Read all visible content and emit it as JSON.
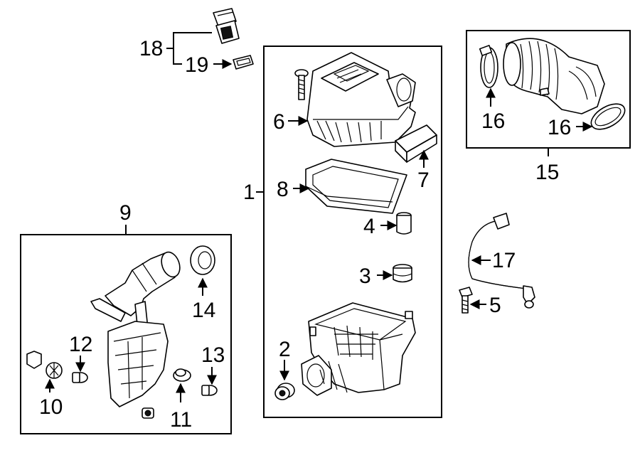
{
  "diagram": {
    "callouts": {
      "c1": "1",
      "c2": "2",
      "c3": "3",
      "c4": "4",
      "c5": "5",
      "c6": "6",
      "c7": "7",
      "c8": "8",
      "c9": "9",
      "c10": "10",
      "c11": "11",
      "c12": "12",
      "c13": "13",
      "c14": "14",
      "c15": "15",
      "c16a": "16",
      "c16b": "16",
      "c17": "17",
      "c18": "18",
      "c19": "19"
    }
  }
}
